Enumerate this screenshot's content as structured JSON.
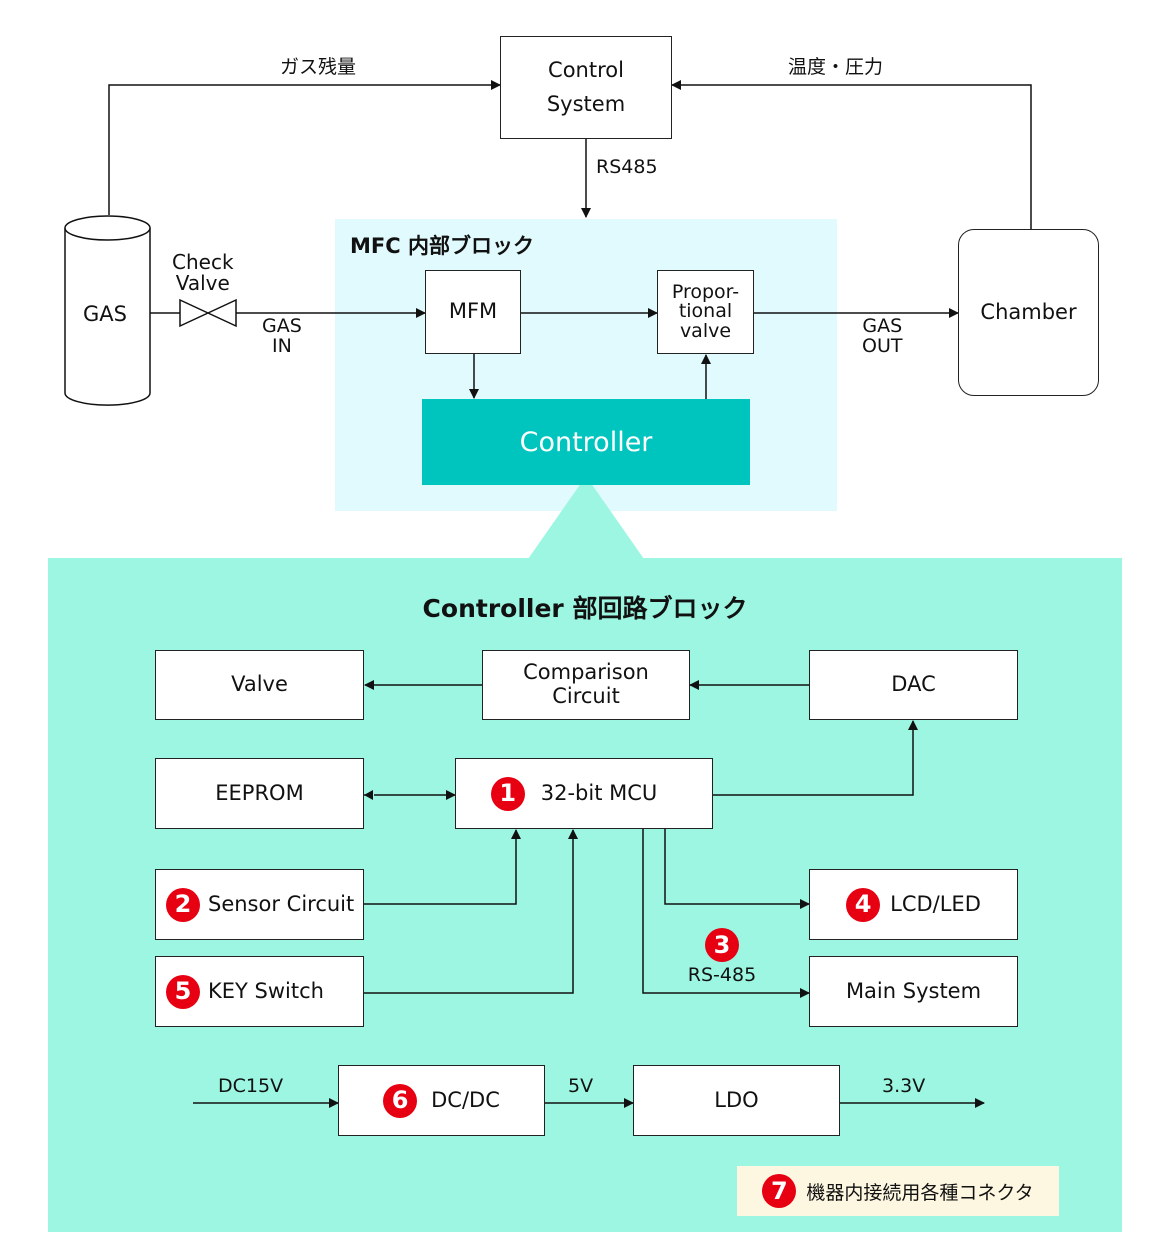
{
  "colors": {
    "mfc_bg": "#e0fafd",
    "controller": "#00c5be",
    "circuit_bg": "#9cf6e2",
    "badge": "#e60012",
    "connector_bg": "#fdf6e0"
  },
  "top": {
    "control_system": [
      "Control",
      "System"
    ],
    "gas_remaining": "ガス残量",
    "temp_pressure": "温度・圧力",
    "rs485": "RS485",
    "gas": "GAS",
    "check_valve": [
      "Check",
      "Valve"
    ],
    "gas_in": [
      "GAS",
      "IN"
    ],
    "gas_out": [
      "GAS",
      "OUT"
    ],
    "chamber": "Chamber"
  },
  "mfc": {
    "title": "MFC 内部ブロック",
    "mfm": "MFM",
    "proportional_valve": [
      "Propor-",
      "tional",
      "valve"
    ],
    "controller": "Controller"
  },
  "circuit": {
    "title": "Controller 部回路ブロック",
    "valve": "Valve",
    "comparison": [
      "Comparison",
      "Circuit"
    ],
    "dac": "DAC",
    "eeprom": "EEPROM",
    "mcu": {
      "badge": "1",
      "label": "32-bit MCU"
    },
    "sensor": {
      "badge": "2",
      "label": "Sensor Circuit"
    },
    "rs485": {
      "badge": "3",
      "label": "RS-485"
    },
    "lcd": {
      "badge": "4",
      "label": "LCD/LED"
    },
    "key": {
      "badge": "5",
      "label": "KEY Switch"
    },
    "main_system": "Main System",
    "dc15v": "DC15V",
    "dcdc": {
      "badge": "6",
      "label": "DC/DC"
    },
    "v5": "5V",
    "ldo": "LDO",
    "v33": "3.3V",
    "connector": {
      "badge": "7",
      "label": "機器内接続用各種コネクタ"
    }
  }
}
